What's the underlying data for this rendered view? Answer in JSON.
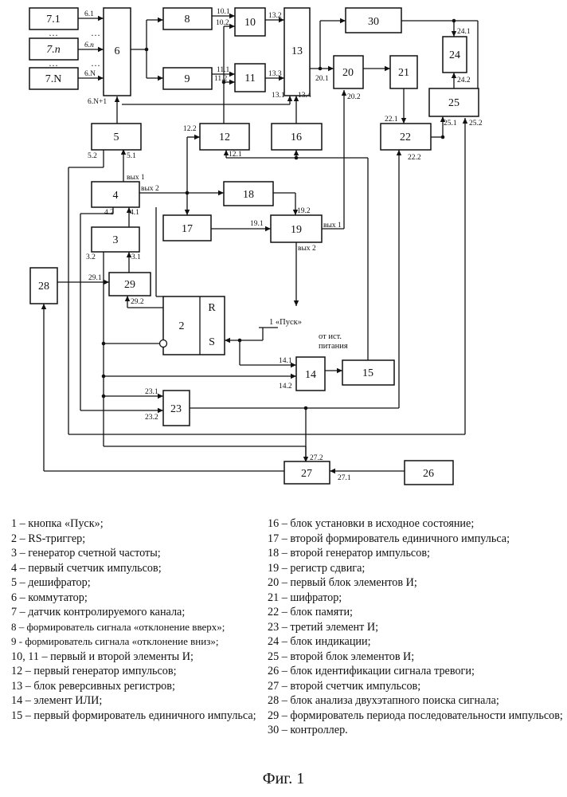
{
  "blocks": {
    "b7_1": "7.1",
    "b7_n": "7.n",
    "b7_N": "7.N",
    "b6": "6",
    "b8": "8",
    "b9": "9",
    "b10": "10",
    "b11": "11",
    "b13": "13",
    "b30": "30",
    "b20": "20",
    "b21": "21",
    "b24": "24",
    "b25": "25",
    "b5": "5",
    "b12": "12",
    "b16": "16",
    "b22": "22",
    "b4": "4",
    "b18": "18",
    "b17": "17",
    "b19": "19",
    "b3": "3",
    "b28": "28",
    "b29": "29",
    "b2": "2",
    "b2_r": "R",
    "b2_s": "S",
    "b14": "14",
    "b15": "15",
    "b23": "23",
    "b27": "27",
    "b26": "26"
  },
  "ports": {
    "p6_1": "6.1",
    "p6_n": "6.n",
    "p6_N": "6.N",
    "p6_N1": "6.N+1",
    "p10_1": "10.1",
    "p10_2": "10.2",
    "p11_1": "11.1",
    "p11_2": "11.2",
    "p13_2": "13.2",
    "p13_3": "13.3",
    "p13_1": "13.1",
    "p13_4": "13.4",
    "p20_1": "20.1",
    "p20_2": "20.2",
    "p24_1": "24.1",
    "p24_2": "24.2",
    "p25_1": "25.1",
    "p25_2": "25.2",
    "p22_1": "22.1",
    "p22_2": "22.2",
    "p12_2": "12.2",
    "p12_1": "12.1",
    "p5_2": "5.2",
    "p5_1": "5.1",
    "p4_out1": "вых 1",
    "p4_out2": "вых 2",
    "p4_2": "4.2",
    "p4_1": "4.1",
    "p19_2": "19.2",
    "p19_1": "19.1",
    "p19_out1": "вых 1",
    "p19_out2": "вых 2",
    "p3_2": "3.2",
    "p3_1": "3.1",
    "p29_1": "29.1",
    "p29_2": "29.2",
    "p14_1": "14.1",
    "p14_2": "14.2",
    "p23_1": "23.1",
    "p23_2": "23.2",
    "p27_2": "27.2",
    "p27_1": "27.1",
    "start_label": "1 «Пуск»",
    "power_label_1": "от ист.",
    "power_label_2": "питания"
  },
  "legend_left": [
    "1 – кнопка «Пуск»;",
    "2 – RS-триггер;",
    "3 – генератор счетной частоты;",
    "4 – первый счетчик импульсов;",
    "5 – дешифратор;",
    "6 – коммутатор;",
    "7 – датчик контролируемого канала;",
    "8 – формирователь сигнала «отклонение вверх»;",
    "9 - формирователь сигнала «отклонение вниз»;",
    "10, 11 – первый и второй элементы И;",
    "12 – первый генератор импульсов;",
    "13 – блок реверсивных регистров;",
    "14 – элемент ИЛИ;",
    "15 – первый формирователь единичного импульса;"
  ],
  "legend_right": [
    "16 – блок установки в исходное состояние;",
    "17 – второй формирователь единичного импульса;",
    "18 – второй генератор импульсов;",
    "19 – регистр сдвига;",
    "20 – первый блок элементов И;",
    "21 – шифратор;",
    "22 – блок памяти;",
    "23 – третий элемент И;",
    "24 – блок индикации;",
    "25 – второй блок элементов И;",
    "26 – блок идентификации сигнала тревоги;",
    "27 – второй счетчик импульсов;",
    "28 – блок анализа двухэтапного поиска сигнала;",
    "29 – формирователь периода последовательности импульсов;",
    "30 – контроллер."
  ],
  "caption": "Фиг. 1"
}
